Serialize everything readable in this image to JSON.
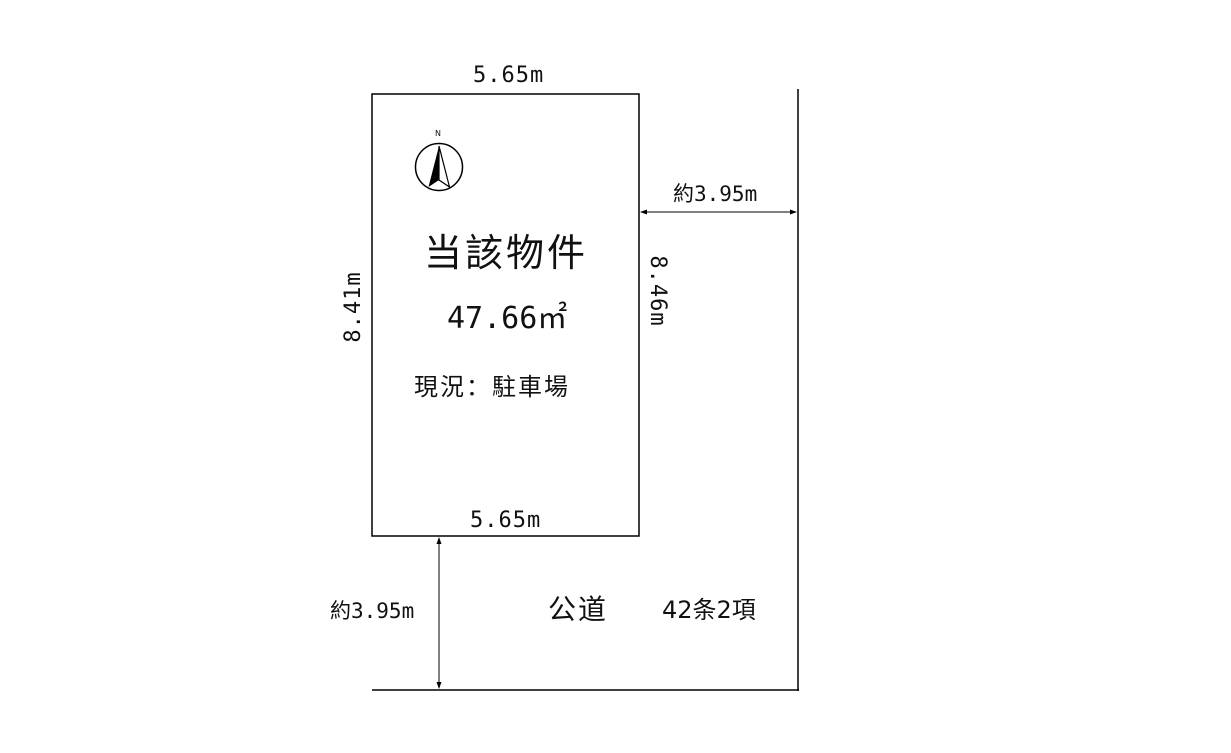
{
  "property": {
    "name": "当該物件",
    "area": "47.66㎡",
    "status": "現況：駐車場"
  },
  "dimensions": {
    "top": "5.65m",
    "bottom": "5.65m",
    "left": "8.41m",
    "right": "8.46m",
    "right_offset": "約3.95m",
    "bottom_offset": "約3.95m"
  },
  "road": {
    "name": "公道",
    "classification": "42条2項"
  },
  "compass": {
    "label": "N",
    "icon": "north-arrow-icon"
  },
  "colors": {
    "line": "#000000",
    "text": "#111111",
    "background": "#ffffff"
  }
}
